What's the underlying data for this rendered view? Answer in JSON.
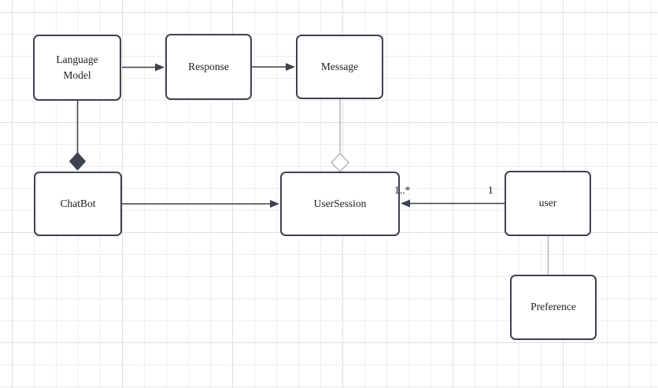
{
  "diagram": {
    "type": "uml-class-diagram",
    "nodes": [
      {
        "id": "language-model",
        "label": "Language Model"
      },
      {
        "id": "response",
        "label": "Response"
      },
      {
        "id": "message",
        "label": "Message"
      },
      {
        "id": "chatbot",
        "label": "ChatBot"
      },
      {
        "id": "user-session",
        "label": "UserSession"
      },
      {
        "id": "user",
        "label": "user"
      },
      {
        "id": "preference",
        "label": "Preference"
      }
    ],
    "edges": [
      {
        "from": "Language Model",
        "to": "Response",
        "type": "directed-association"
      },
      {
        "from": "Response",
        "to": "Message",
        "type": "directed-association"
      },
      {
        "from": "Language Model",
        "to": "ChatBot",
        "type": "composition",
        "diamond": "filled",
        "diamond_at": "ChatBot"
      },
      {
        "from": "Message",
        "to": "UserSession",
        "type": "aggregation",
        "diamond": "hollow",
        "diamond_at": "UserSession"
      },
      {
        "from": "ChatBot",
        "to": "UserSession",
        "type": "directed-association"
      },
      {
        "from": "user",
        "to": "UserSession",
        "type": "directed-association",
        "source_label": "1",
        "target_label": "1..*"
      },
      {
        "from": "user",
        "to": "Preference",
        "type": "association"
      }
    ],
    "colors": {
      "node_border": "#3c434e",
      "node_fill": "#ffffff",
      "edge_dark": "#3c434e",
      "edge_light": "#b3b8be",
      "text": "#1d1d1d",
      "grid_minor": "#eeeef0",
      "grid_major": "#dddfe0",
      "canvas": "#ffffff"
    }
  }
}
